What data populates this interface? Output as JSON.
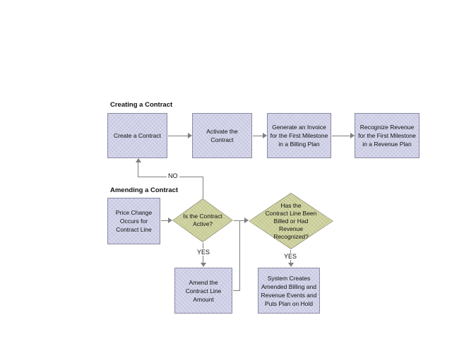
{
  "colors": {
    "box_fill": "#c9c9e3",
    "box_border": "#8b8ba3",
    "diamond_fill": "#c6ca92",
    "diamond_border": "#8f8f75",
    "connector": "#7f7f7f",
    "text": "#111111",
    "page_bg": "#ffffff"
  },
  "sections": {
    "creating": {
      "heading": "Creating a Contract"
    },
    "amending": {
      "heading": "Amending a Contract"
    }
  },
  "boxes": {
    "create_contract": {
      "label": "Create a Contract"
    },
    "activate_contract": {
      "label": "Activate the\nContract"
    },
    "generate_invoice": {
      "label": "Generate an Invoice\nfor the First Milestone\nin a Billing Plan"
    },
    "recognize_revenue": {
      "label": "Recognize Revenue\nfor the First Milestone\nin a Revenue Plan"
    },
    "price_change": {
      "label": "Price Change\nOccurs for\nContract Line"
    },
    "amend_line": {
      "label": "Amend the\nContract Line\nAmount"
    },
    "system_creates": {
      "label": "System Creates\nAmended Billing and\nRevenue Events and\nPuts Plan on Hold"
    }
  },
  "decisions": {
    "is_active": {
      "label": "Is the Contract\nActive?"
    },
    "billed_or_recognized": {
      "label": "Has the\nContract Line Been\nBilled or Had\nRevenue\nRecognized?"
    }
  },
  "connector_labels": {
    "no": "NO",
    "yes_active": "YES",
    "yes_billed": "YES"
  }
}
